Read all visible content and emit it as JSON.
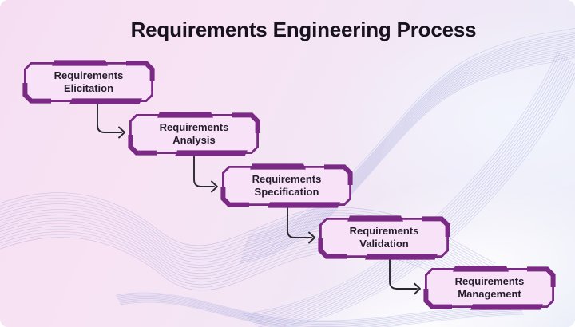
{
  "title": "Requirements Engineering Process",
  "nodes": [
    {
      "id": "elicitation",
      "line1": "Requirements",
      "line2": "Elicitation"
    },
    {
      "id": "analysis",
      "line1": "Requirements",
      "line2": "Analysis"
    },
    {
      "id": "specification",
      "line1": "Requirements",
      "line2": "Specification"
    },
    {
      "id": "validation",
      "line1": "Requirements",
      "line2": "Validation"
    },
    {
      "id": "management",
      "line1": "Requirements",
      "line2": "Management"
    }
  ],
  "edges": [
    {
      "from": "Requirements Elicitation",
      "to": "Requirements Analysis"
    },
    {
      "from": "Requirements Analysis",
      "to": "Requirements Specification"
    },
    {
      "from": "Requirements Specification",
      "to": "Requirements Validation"
    },
    {
      "from": "Requirements Validation",
      "to": "Requirements Management"
    }
  ],
  "colors": {
    "accent": "#7a2a84",
    "node_fill": "#f8e2f8",
    "node_text": "#251d2b",
    "title_text": "#18121f",
    "wave_blue": "#9fb8e2",
    "wave_lavender": "#b2a2d9",
    "background_pink": "#f6def2",
    "arrow": "#2a2730"
  }
}
